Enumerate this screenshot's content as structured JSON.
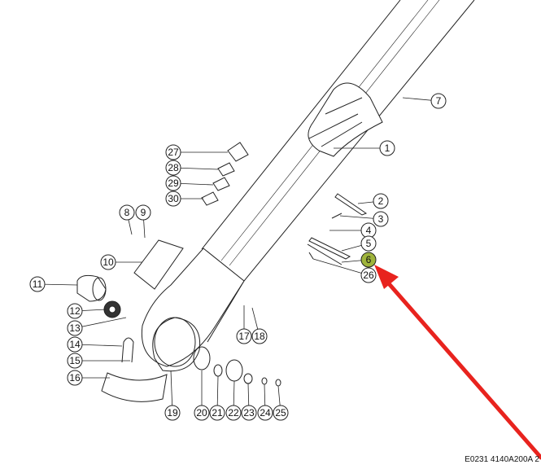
{
  "diagram": {
    "part_numbers": [
      "1",
      "2",
      "3",
      "4",
      "5",
      "6",
      "7",
      "8",
      "9",
      "10",
      "11",
      "12",
      "13",
      "14",
      "15",
      "16",
      "17",
      "18",
      "19",
      "20",
      "21",
      "22",
      "23",
      "24",
      "25",
      "26",
      "27",
      "28",
      "29",
      "30"
    ],
    "highlighted_part": "6",
    "highlight_color": "#9fb43c",
    "arrow_color": "#e8231e",
    "reference_code": "E0231 4140A200A 2"
  }
}
